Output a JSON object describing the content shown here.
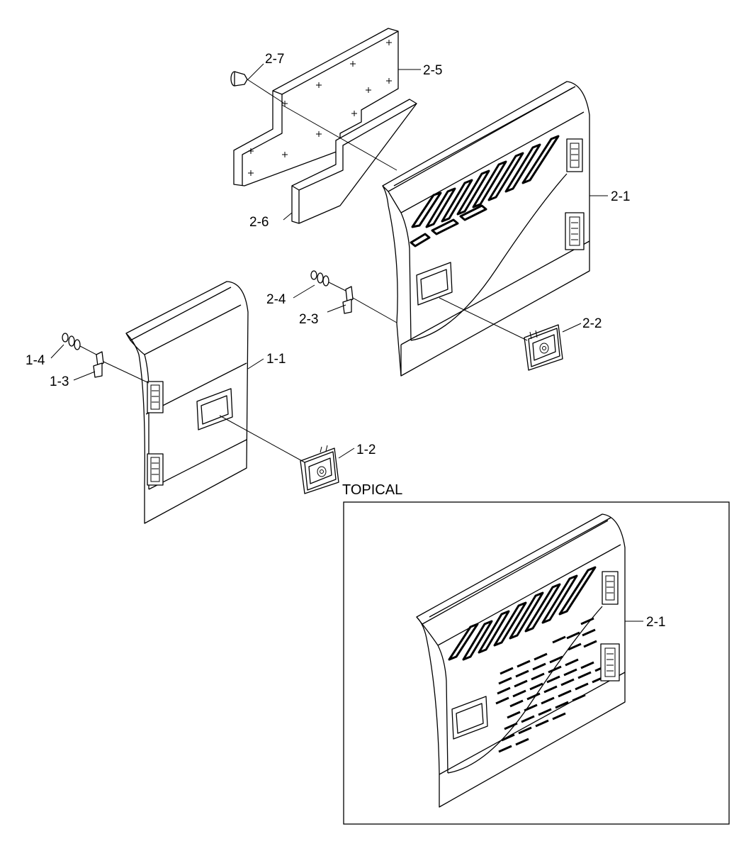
{
  "labels": {
    "p2_7": "2-7",
    "p2_5": "2-5",
    "p2_6": "2-6",
    "p2_1": "2-1",
    "p2_4": "2-4",
    "p2_3": "2-3",
    "p2_2": "2-2",
    "p1_4": "1-4",
    "p1_3": "1-3",
    "p1_1": "1-1",
    "p1_2": "1-2",
    "p2_1_inset": "2-1"
  },
  "inset": {
    "caption": "TOPICAL"
  }
}
